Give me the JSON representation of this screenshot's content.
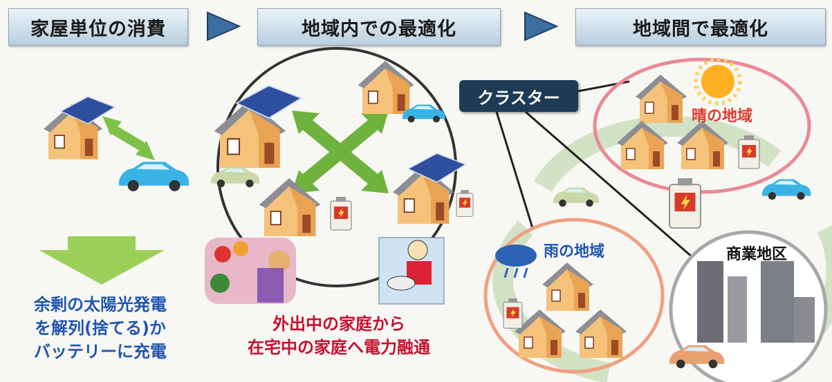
{
  "headers": {
    "left": "家屋単位の消費",
    "middle": "地域内での最適化",
    "right": "地域間で最適化"
  },
  "left_caption": [
    "余剰の太陽光発電",
    "を解列(捨てる)か",
    "バッテリーに充電"
  ],
  "middle_caption": [
    "外出中の家庭から",
    "在宅中の家庭へ電力融通"
  ],
  "cluster_label": "クラスター",
  "sunny_label": "晴の地域",
  "rainy_label": "雨の地域",
  "commercial_label": "商業地区",
  "colors": {
    "header_blue": "#b9cfdf",
    "arrow_blue": "#3a6fa0",
    "caption_blue": "#1f55b0",
    "caption_red": "#c8102e",
    "green_arrow": "#7fc04a",
    "cluster_bg": "#1e3b55",
    "sunny_ring": "#e98a95",
    "rainy_ring": "#f0a080"
  }
}
